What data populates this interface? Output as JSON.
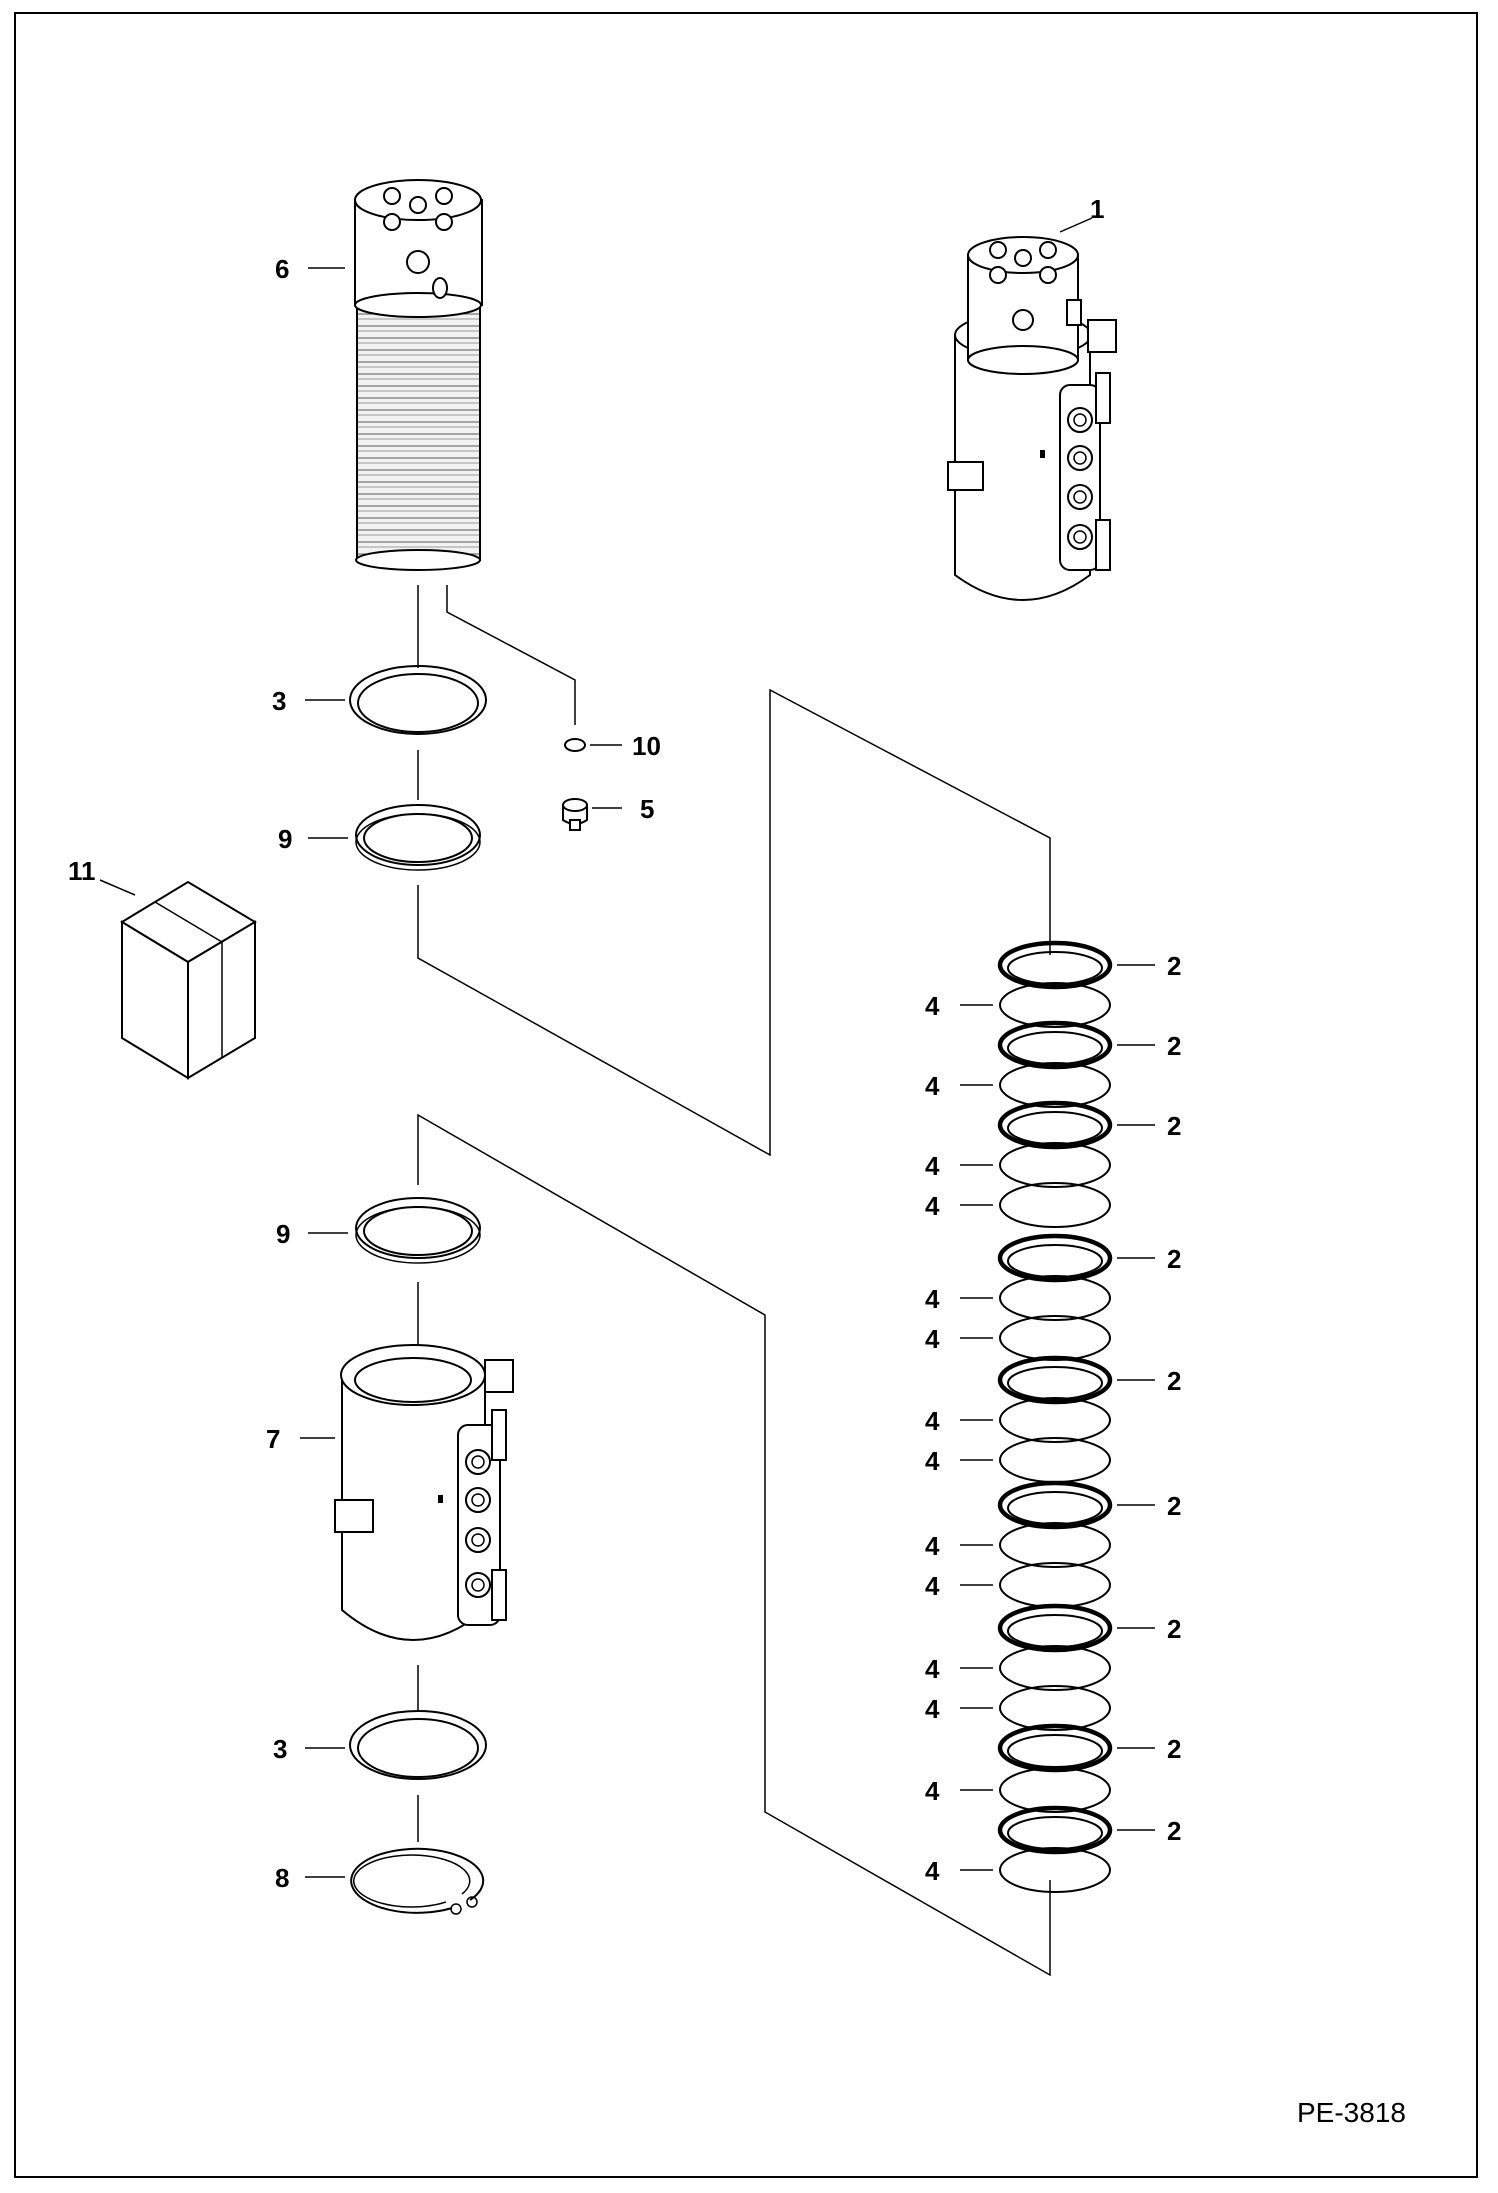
{
  "callouts": {
    "c1": "1",
    "c2": "2",
    "c3": "3",
    "c4": "4",
    "c5": "5",
    "c6": "6",
    "c7": "7",
    "c8": "8",
    "c9": "9",
    "c10": "10",
    "c11": "11"
  },
  "figure_id": "PE-3818"
}
